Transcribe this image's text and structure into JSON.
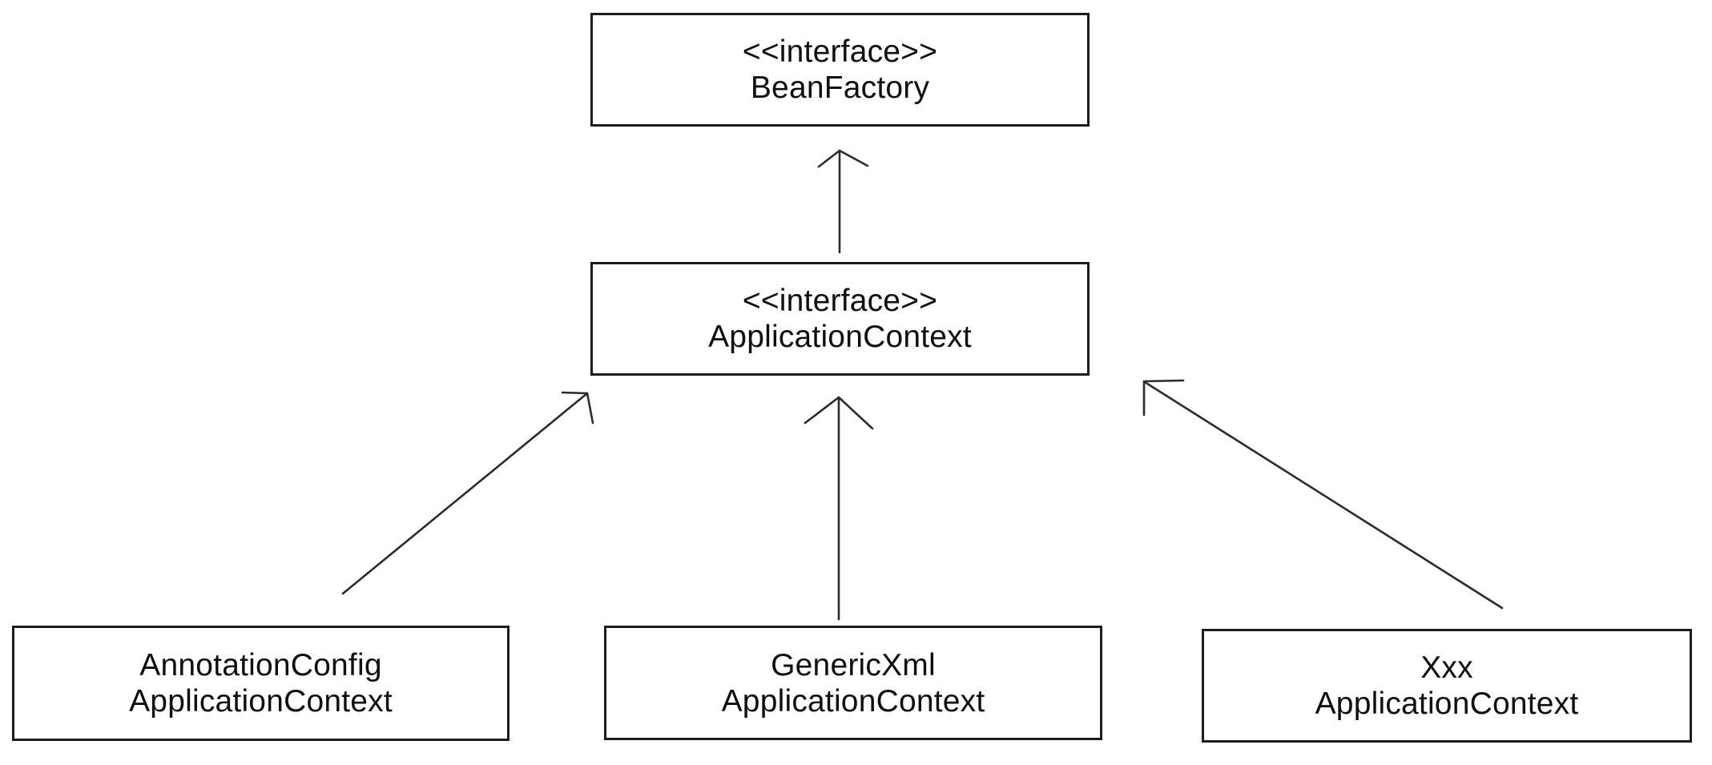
{
  "diagram": {
    "type": "uml-class-diagram",
    "nodes": [
      {
        "id": "beanfactory",
        "line1": "<<interface>>",
        "line2": "BeanFactory"
      },
      {
        "id": "applicationcontext",
        "line1": "<<interface>>",
        "line2": "ApplicationContext"
      },
      {
        "id": "annotationconfig-applicationcontext",
        "line1": "AnnotationConfig",
        "line2": "ApplicationContext"
      },
      {
        "id": "genericxml-applicationcontext",
        "line1": "GenericXml",
        "line2": "ApplicationContext"
      },
      {
        "id": "xxx-applicationcontext",
        "line1": "Xxx",
        "line2": "ApplicationContext"
      }
    ],
    "edges": [
      {
        "from": "ApplicationContext",
        "to": "BeanFactory"
      },
      {
        "from": "AnnotationConfigApplicationContext",
        "to": "ApplicationContext"
      },
      {
        "from": "GenericXmlApplicationContext",
        "to": "ApplicationContext"
      },
      {
        "from": "XxxApplicationContext",
        "to": "ApplicationContext"
      }
    ],
    "colors": {
      "background": "#ffffff",
      "box_border": "#1c1c1c",
      "text": "#0f0f0f",
      "arrow": "#2b2b2b"
    }
  }
}
